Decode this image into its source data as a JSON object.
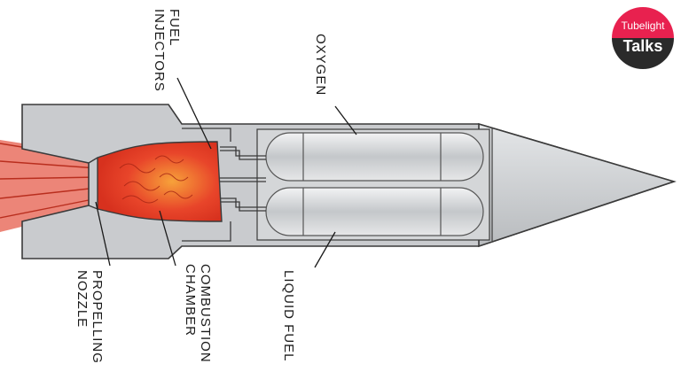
{
  "diagram": {
    "labels": {
      "fuel_injectors": "FUEL\nINJECTORS",
      "oxygen": "OXYGEN",
      "propelling_nozzle": "PROPELLING\nNOZZLE",
      "combustion_chamber": "COMBUSTION\nCHAMBER",
      "liquid_fuel": "LIQUID FUEL"
    }
  },
  "logo": {
    "top_text": "Tubelight",
    "bottom_text": "Talks",
    "colors": {
      "top": "#e8214f",
      "bottom": "#2a2a2a"
    }
  },
  "colors": {
    "body": "#c9cbce",
    "outline": "#3a3a3a",
    "tank": "#d9dbdd",
    "flame": "#e8452a",
    "flame_core": "#f7a23a"
  }
}
